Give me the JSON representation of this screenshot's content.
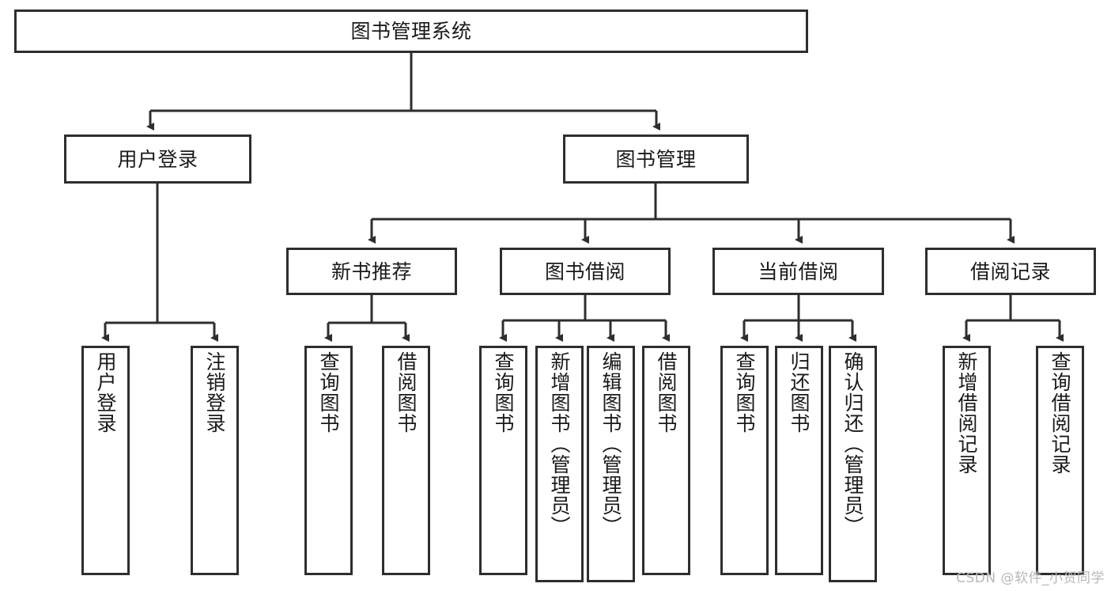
{
  "diagram": {
    "title": "图书管理系统",
    "type": "tree-hierarchy",
    "root": {
      "label": "图书管理系统"
    },
    "level2": [
      {
        "label": "用户登录"
      },
      {
        "label": "图书管理"
      }
    ],
    "level3": [
      {
        "label": "新书推荐"
      },
      {
        "label": "图书借阅"
      },
      {
        "label": "当前借阅"
      },
      {
        "label": "借阅记录"
      }
    ],
    "leaves": {
      "user_login": [
        {
          "label": "用户登录"
        },
        {
          "label": "注销登录"
        }
      ],
      "new_book_recommend": [
        {
          "label": "查询图书"
        },
        {
          "label": "借阅图书"
        }
      ],
      "book_borrow": [
        {
          "label": "查询图书"
        },
        {
          "label": "新增图书（管理员）"
        },
        {
          "label": "编辑图书（管理员）"
        },
        {
          "label": "借阅图书"
        }
      ],
      "current_borrow": [
        {
          "label": "查询图书"
        },
        {
          "label": "归还图书"
        },
        {
          "label": "确认归还（管理员）"
        }
      ],
      "borrow_record": [
        {
          "label": "新增借阅记录"
        },
        {
          "label": "查询借阅记录"
        }
      ]
    }
  },
  "watermark": {
    "text": "CSDN @软件_小贺同学"
  },
  "colors": {
    "stroke": "#2e2e2e",
    "fill": "#ffffff",
    "text": "#1a1a1a",
    "watermark": "#b8b8b8"
  }
}
